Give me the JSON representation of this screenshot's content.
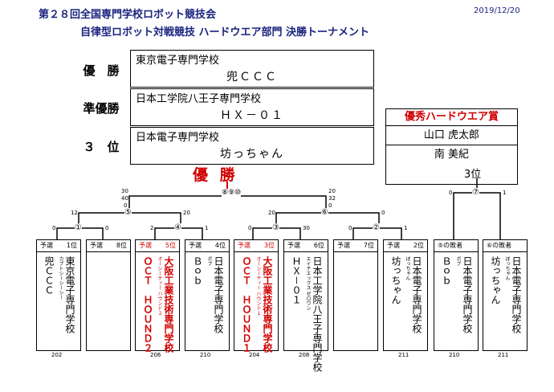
{
  "header": {
    "title": "第２８回全国専門学校ロボット競技会",
    "subtitle": "自律型ロボット対戦競技 ハードウエア部門 決勝トーナメント",
    "date": "2019/12/20"
  },
  "results": [
    {
      "rank": "優　勝",
      "school": "東京電子専門学校",
      "team": "兜ＣＣＣ"
    },
    {
      "rank": "準優勝",
      "school": "日本工学院八王子専門学校",
      "team": "ＨＸ－０１"
    },
    {
      "rank": "３　位",
      "school": "日本電子専門学校",
      "team": "坊っちゃん"
    }
  ],
  "award": {
    "title": "優秀ハードウエア賞",
    "names": [
      "山口 虎太郎",
      "南 美紀"
    ]
  },
  "bracket": {
    "champion_label": "優 勝",
    "third_label": "3位",
    "matches": {
      "m1": "①",
      "m2": "②",
      "m3": "③",
      "m4": "④",
      "m5": "⑤",
      "m6": "⑥",
      "m7": "⑦",
      "final": "⑧⑨⑩"
    },
    "scores": {
      "final_left": [
        "30",
        "40",
        "0"
      ],
      "final_right": [
        "20",
        "32",
        "0"
      ],
      "m5_left": "12",
      "m5_right": "20",
      "m6_left": "20",
      "m6_right": "0",
      "m1_left": "0",
      "m1_right": "0",
      "m4_left": "2",
      "m4_right": "1",
      "m3_left": "0",
      "m3_right": "30",
      "m2_left": "0",
      "m2_right": "1",
      "m7_left": "0",
      "m7_right": "1"
    }
  },
  "cards": [
    {
      "head_l": "予選",
      "head_r": "1位",
      "school": "東京電子専門学校",
      "team": "兜ＣＣＣ",
      "ruby": "カブトシーシーシー",
      "code": "202",
      "red": false
    },
    {
      "head_l": "予選",
      "head_r": "8位",
      "school": "",
      "team": "",
      "ruby": "",
      "code": "",
      "red": false
    },
    {
      "head_l": "予選",
      "head_r": "5位",
      "school": "大阪工業技術専門学校",
      "team": "ＯＣＴ　ＨＯＵＮＤ２",
      "ruby": "オーシーティー ハウンド２",
      "code": "206",
      "red": true
    },
    {
      "head_l": "予選",
      "head_r": "4位",
      "school": "日本電子専門学校",
      "team": "Ｂｏｂ",
      "ruby": "ボブ",
      "code": "210",
      "red": false
    },
    {
      "head_l": "予選",
      "head_r": "3位",
      "school": "大阪工業技術専門学校",
      "team": "ＯＣＴ　ＨＯＵＮＤ１",
      "ruby": "オーシーティー ハウンド１",
      "code": "204",
      "red": true
    },
    {
      "head_l": "予選",
      "head_r": "6位",
      "school": "日本工学院八王子専門学校",
      "team": "ＨＸ－０１",
      "ruby": "エイチエックス ゼロワン",
      "code": "208",
      "red": false
    },
    {
      "head_l": "予選",
      "head_r": "7位",
      "school": "",
      "team": "",
      "ruby": "",
      "code": "",
      "red": false
    },
    {
      "head_l": "予選",
      "head_r": "2位",
      "school": "日本電子専門学校",
      "team": "坊っちゃん",
      "ruby": "ぼっちゃん",
      "code": "211",
      "red": false
    },
    {
      "head_l": "⑤の敗者",
      "head_r": "",
      "school": "日本電子専門学校",
      "team": "Ｂｏｂ",
      "ruby": "ボブ",
      "code": "210",
      "red": false
    },
    {
      "head_l": "⑥の敗者",
      "head_r": "",
      "school": "日本電子専門学校",
      "team": "坊っちゃん",
      "ruby": "ぼっちゃん",
      "code": "211",
      "red": false
    }
  ]
}
